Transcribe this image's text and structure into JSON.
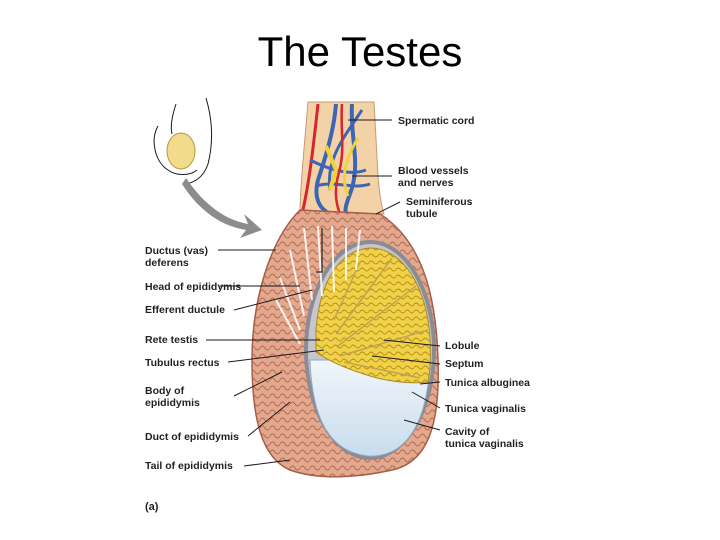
{
  "slide": {
    "title": "The Testes"
  },
  "labels": {
    "spermatic_cord": "Spermatic cord",
    "blood_vessels_1": "Blood vessels",
    "blood_vessels_2": "and nerves",
    "seminiferous_1": "Seminiferous",
    "seminiferous_2": "tubule",
    "ductus_1": "Ductus (vas)",
    "ductus_2": "deferens",
    "head_epididymis": "Head of epididymis",
    "efferent_ductule": "Efferent ductule",
    "rete_testis": "Rete testis",
    "tubulus_rectus": "Tubulus rectus",
    "body_epididymis_1": "Body of",
    "body_epididymis_2": "epididymis",
    "duct_epididymis": "Duct of epididymis",
    "tail_epididymis": "Tail of epididymis",
    "lobule": "Lobule",
    "septum": "Septum",
    "tunica_albuginea": "Tunica albuginea",
    "tunica_vaginalis": "Tunica vaginalis",
    "cavity_1": "Cavity of",
    "cavity_2": "tunica vaginalis",
    "figure_letter": "(a)"
  },
  "colors": {
    "tissue": "#e3a98f",
    "tissue_dark": "#b9694f",
    "lobule_yellow": "#f0d24a",
    "cord_peach": "#f4d2a8",
    "artery_red": "#d8242b",
    "vein_blue": "#3a66b4",
    "cavity_blue": "#dbe8f2",
    "albuginea_gray": "#8c8c94"
  }
}
